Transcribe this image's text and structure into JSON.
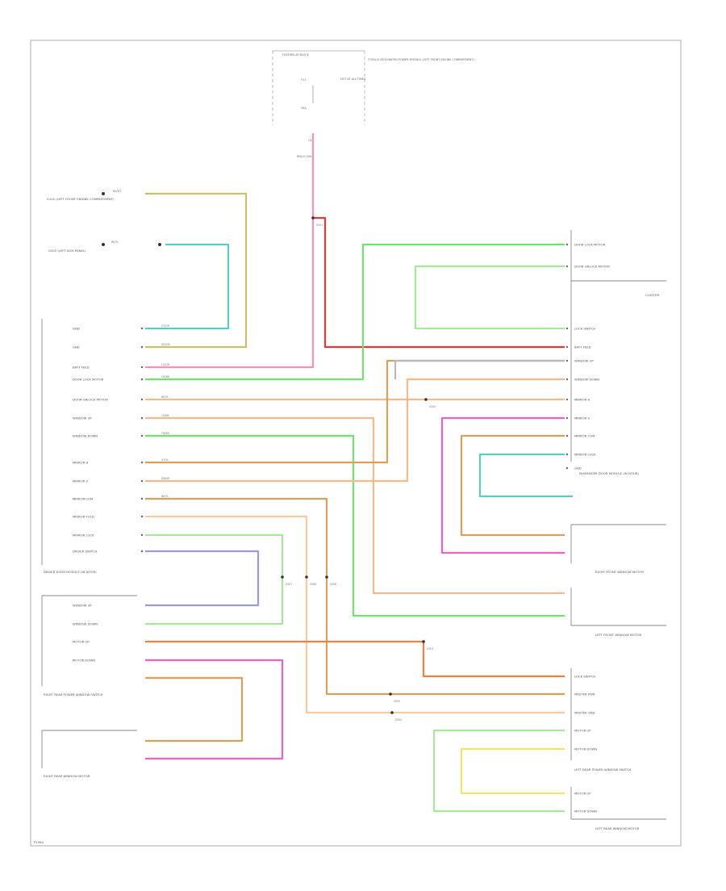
{
  "page_code": "P1564",
  "colors": {
    "pink": "#ff8fb0",
    "red": "#e23a3a",
    "green": "#6ee36e",
    "light_green": "#a6e89a",
    "cyan": "#5ec8c8",
    "olive": "#c9c26a",
    "yellow": "#f2e46a",
    "orange": "#f7b98a",
    "deep_orange": "#f08040",
    "light_orange": "#f9c9a0",
    "magenta": "#f060c0",
    "tan": "#d9a05a",
    "gray": "#b8b8b8",
    "blue_violet": "#9a9ad8",
    "black": "#222222"
  },
  "top_block": {
    "box_label": "FUSE/RELAY BLOCK",
    "fuse": "F11",
    "fuse_rating": "20A",
    "note": "TOTALLY INTEGRATED POWER MODULE (LEFT FRONT ENGINE COMPARTMENT)",
    "hot_label": "HOT AT ALL TIMES",
    "pin": "C4",
    "wire_label": "RD/LG 20A"
  },
  "left_labels": {
    "g101": "G101 (LEFT FRONT ENGINE COMPARTMENT)",
    "g302": "G302 (LEFT KICK PANEL)",
    "wire_top": "BK/WT",
    "wire_g302": "BK/YL"
  },
  "drv_pins": [
    "GND",
    "GND",
    "BATT FEED",
    "DOOR LOCK MOTOR",
    "DOOR UNLOCK MOTOR",
    "WINDOW UP",
    "WINDOW DOWN",
    "MIRROR H",
    "MIRROR V",
    "MIRROR COM",
    "MIRROR FOLD",
    "MIRROR LOCK",
    "DRIVER SWITCH"
  ],
  "module_labels": {
    "driver_door_module": "DRIVER DOOR MODULE (IN DOOR)",
    "right_rear_power_window_switch": "RIGHT REAR POWER WINDOW SWITCH",
    "right_rear_window_motor": "RIGHT REAR WINDOW MOTOR",
    "passenger_door_module": "PASSENGER DOOR MODULE (IN DOOR)",
    "right_front_window_motor": "RIGHT FRONT WINDOW MOTOR",
    "left_front_window_motor": "LEFT FRONT WINDOW MOTOR",
    "left_rear_power_window_switch": "LEFT REAR POWER WINDOW SWITCH",
    "left_rear_window_motor": "LEFT REAR WINDOW MOTOR",
    "cluster": "CLUSTER"
  },
  "pass_pins": [
    "DOOR LOCK MOTOR",
    "DOOR UNLOCK MOTOR",
    "LOCK SWITCH",
    "BATT FEED",
    "WINDOW UP",
    "WINDOW DOWN",
    "MIRROR H",
    "MIRROR V",
    "MIRROR COM",
    "MIRROR LOCK",
    "GND"
  ],
  "rr_pins": [
    "WINDOW UP",
    "WINDOW DOWN",
    "MOTOR UP",
    "MOTOR DOWN"
  ],
  "lr_pins": [
    "LOCK SWITCH",
    "MASTER PWR",
    "MASTER GND",
    "MOTOR UP",
    "MOTOR DOWN",
    "MOTOR UP",
    "MOTOR DOWN"
  ],
  "splice_labels": [
    "S301",
    "S302",
    "S303",
    "S304",
    "S305",
    "S306",
    "S307",
    "S308"
  ],
  "wire_codes": [
    "VT/OR",
    "DG/OR",
    "LG/OR",
    "OR/BK",
    "BR/YL",
    "LG/BK",
    "TN/BK",
    "VT/YL",
    "DB/OR",
    "BK/YL"
  ]
}
